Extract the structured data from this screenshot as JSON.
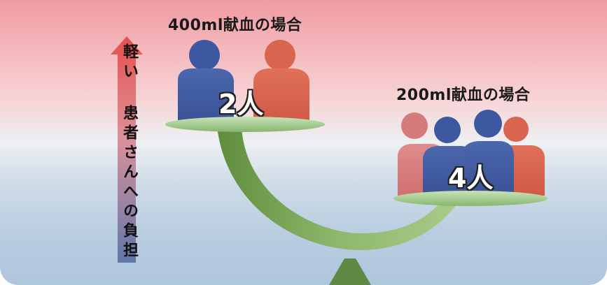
{
  "labels": {
    "heading_400": "400ml献血の場合",
    "heading_200": "200ml献血の場合",
    "donors_400": "2人",
    "donors_200": "4人",
    "axis_light": "軽い",
    "axis_burden": "患者さんへの負担"
  },
  "colors": {
    "arrow_top": "#e24a48",
    "arrow_bottom": "#5a72a6",
    "person_blue": "#3f5aa0",
    "person_red": "#d9654e",
    "person_pink": "#d77a7c",
    "plate_green": "#9fc78f",
    "beam_green": "#6f9a4c"
  },
  "icons": [
    "up-arrow-icon",
    "person-icon",
    "scale-plate-icon"
  ]
}
